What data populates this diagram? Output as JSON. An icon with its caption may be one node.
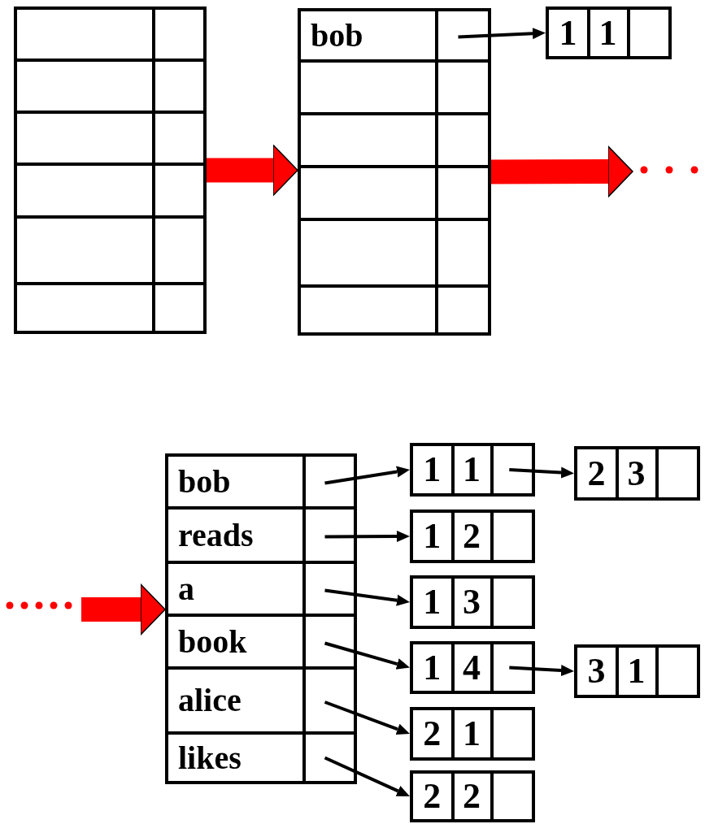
{
  "diagram": {
    "nodes": [
      {
        "text": [],
        "shape": "box"
      },
      {
        "text": [],
        "shape": "box"
      },
      {
        "text": [
          "bob"
        ],
        "in": 1
      },
      {
        "text": [
          "1",
          "1"
        ]
      },
      {
        "text": [],
        "shape": "box"
      },
      {
        "text": [
          "bob"
        ],
        "in": 4
      },
      {
        "text": [
          "reads"
        ],
        "in": 4
      },
      {
        "text": [
          "a"
        ],
        "in": 4
      },
      {
        "text": [
          "book"
        ],
        "in": 4
      },
      {
        "text": [
          "alice"
        ],
        "in": 4
      },
      {
        "text": [
          "likes"
        ],
        "in": 4
      },
      {
        "text": [
          "1",
          "1"
        ]
      },
      {
        "text": [
          "2",
          "3"
        ]
      },
      {
        "text": [
          "1",
          "2"
        ]
      },
      {
        "text": [
          "1",
          "3"
        ]
      },
      {
        "text": [
          "1",
          "4"
        ]
      },
      {
        "text": [
          "3",
          "1"
        ]
      },
      {
        "text": [
          "2",
          "1"
        ]
      },
      {
        "text": [
          "2",
          "2"
        ]
      }
    ],
    "edges": [
      {
        "from": 0,
        "to": 1,
        "arrow": "to",
        "style": "thick",
        "color": "#ff0000"
      },
      {
        "from": 1,
        "to": null,
        "arrow": "to",
        "style": "thick",
        "color": "#ff0000"
      },
      {
        "from": 2,
        "to": 3,
        "arrow": "to"
      },
      {
        "from": null,
        "to": 4,
        "arrow": "to",
        "style": "thick",
        "color": "#ff0000"
      },
      {
        "from": 5,
        "to": 11,
        "arrow": "to"
      },
      {
        "from": 11,
        "to": 12,
        "arrow": "to"
      },
      {
        "from": 6,
        "to": 13,
        "arrow": "to"
      },
      {
        "from": 7,
        "to": 14,
        "arrow": "to"
      },
      {
        "from": 8,
        "to": 15,
        "arrow": "to"
      },
      {
        "from": 15,
        "to": 16,
        "arrow": "to"
      },
      {
        "from": 9,
        "to": 17,
        "arrow": "to"
      },
      {
        "from": 10,
        "to": 18,
        "arrow": "to"
      }
    ]
  }
}
